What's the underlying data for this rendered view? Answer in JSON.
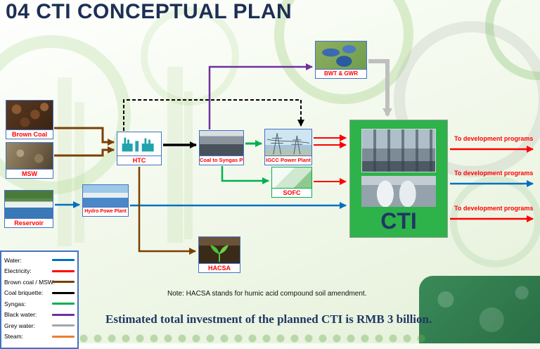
{
  "title": "04 CTI CONCEPTUAL PLAN",
  "nodes": {
    "brown_coal": {
      "label": "Brown Coal"
    },
    "msw": {
      "label": "MSW"
    },
    "reservoir": {
      "label": "Reservoir"
    },
    "htc": {
      "label": "HTC"
    },
    "coal_to_syngas": {
      "label": "Coal to Syngas Plant"
    },
    "igcc": {
      "label": "IGCC Power Plant"
    },
    "sofc": {
      "label": "SOFC"
    },
    "bwt_gwr": {
      "label": "BWT & GWR"
    },
    "hydro": {
      "label": "Hydro Powe Plant"
    },
    "hacsa": {
      "label": "HACSA"
    },
    "cti": {
      "label": "CTI"
    }
  },
  "legend": {
    "items": [
      {
        "label": "Water:",
        "color": "#0070C0"
      },
      {
        "label": "Electricity:",
        "color": "#FF0000"
      },
      {
        "label": "Brown coal / MSW:",
        "color": "#7B3F00"
      },
      {
        "label": "Coal briquette:",
        "color": "#000000"
      },
      {
        "label": "Syngas:",
        "color": "#00B050"
      },
      {
        "label": "Black water:",
        "color": "#7030A0"
      },
      {
        "label": "Grey water:",
        "color": "#A6A6A6"
      },
      {
        "label": "Steam:",
        "color": "#ED7D31"
      }
    ]
  },
  "outputs": [
    {
      "label": "To development programs",
      "color": "#FF0000"
    },
    {
      "label": "To development programs",
      "color": "#0070C0"
    },
    {
      "label": "To development programs",
      "color": "#FF0000"
    }
  ],
  "note": "Note: HACSA stands for humic acid compound soil amendment.",
  "footer": "Estimated total investment of the planned CTI is RMB 3 billion.",
  "edges": [
    {
      "from": "Brown Coal",
      "to": "HTC",
      "type": "brown coal / MSW"
    },
    {
      "from": "MSW",
      "to": "HTC",
      "type": "brown coal / MSW"
    },
    {
      "from": "HTC",
      "to": "Coal to Syngas Plant",
      "type": "coal briquette"
    },
    {
      "from": "HTC",
      "to": "IGCC Power Plant",
      "type": "coal briquette (dashed)"
    },
    {
      "from": "Coal to Syngas Plant",
      "to": "IGCC Power Plant",
      "type": "syngas"
    },
    {
      "from": "Coal to Syngas Plant",
      "to": "SOFC",
      "type": "syngas"
    },
    {
      "from": "Coal to Syngas Plant",
      "to": "BWT & GWR",
      "type": "black water"
    },
    {
      "from": "BWT & GWR",
      "to": "CTI",
      "type": "grey water"
    },
    {
      "from": "IGCC Power Plant",
      "to": "CTI",
      "type": "electricity"
    },
    {
      "from": "SOFC",
      "to": "CTI",
      "type": "electricity"
    },
    {
      "from": "Reservoir",
      "to": "Hydro Powe Plant",
      "type": "water"
    },
    {
      "from": "Hydro Powe Plant",
      "to": "CTI",
      "type": "water"
    },
    {
      "from": "HTC",
      "to": "HACSA",
      "type": "brown coal / MSW"
    },
    {
      "from": "CTI",
      "to": "To development programs",
      "type": "electricity / water / electricity"
    }
  ]
}
